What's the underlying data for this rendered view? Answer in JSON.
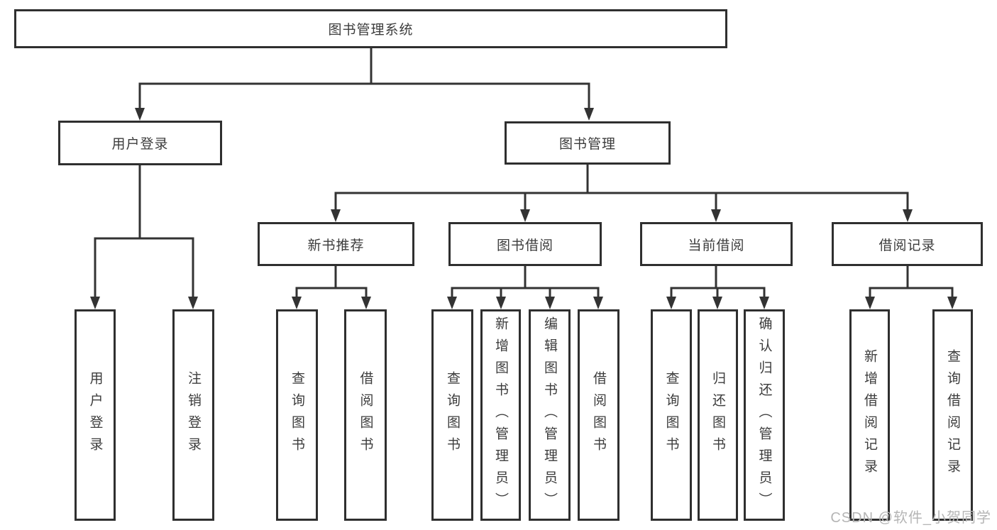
{
  "tree": {
    "root": "图书管理系统",
    "user_login": {
      "label": "用户登录",
      "children": [
        "用户登录",
        "注销登录"
      ]
    },
    "book_mgmt": {
      "label": "图书管理",
      "children": [
        {
          "label": "新书推荐",
          "children": [
            "查询图书",
            "借阅图书"
          ]
        },
        {
          "label": "图书借阅",
          "children": [
            "查询图书",
            "新增图书（管理员）",
            "编辑图书（管理员）",
            "借阅图书"
          ]
        },
        {
          "label": "当前借阅",
          "children": [
            "查询图书",
            "归还图书",
            "确认归还（管理员）"
          ]
        },
        {
          "label": "借阅记录",
          "children": [
            "新增借阅记录",
            "查询借阅记录"
          ]
        }
      ]
    }
  },
  "colors": {
    "line": "#333333",
    "border": "#2f2f2f",
    "text": "#3c3c3c",
    "watermark_text": "#b5b5b5"
  },
  "watermark": "CSDN @软件_小贺同学"
}
